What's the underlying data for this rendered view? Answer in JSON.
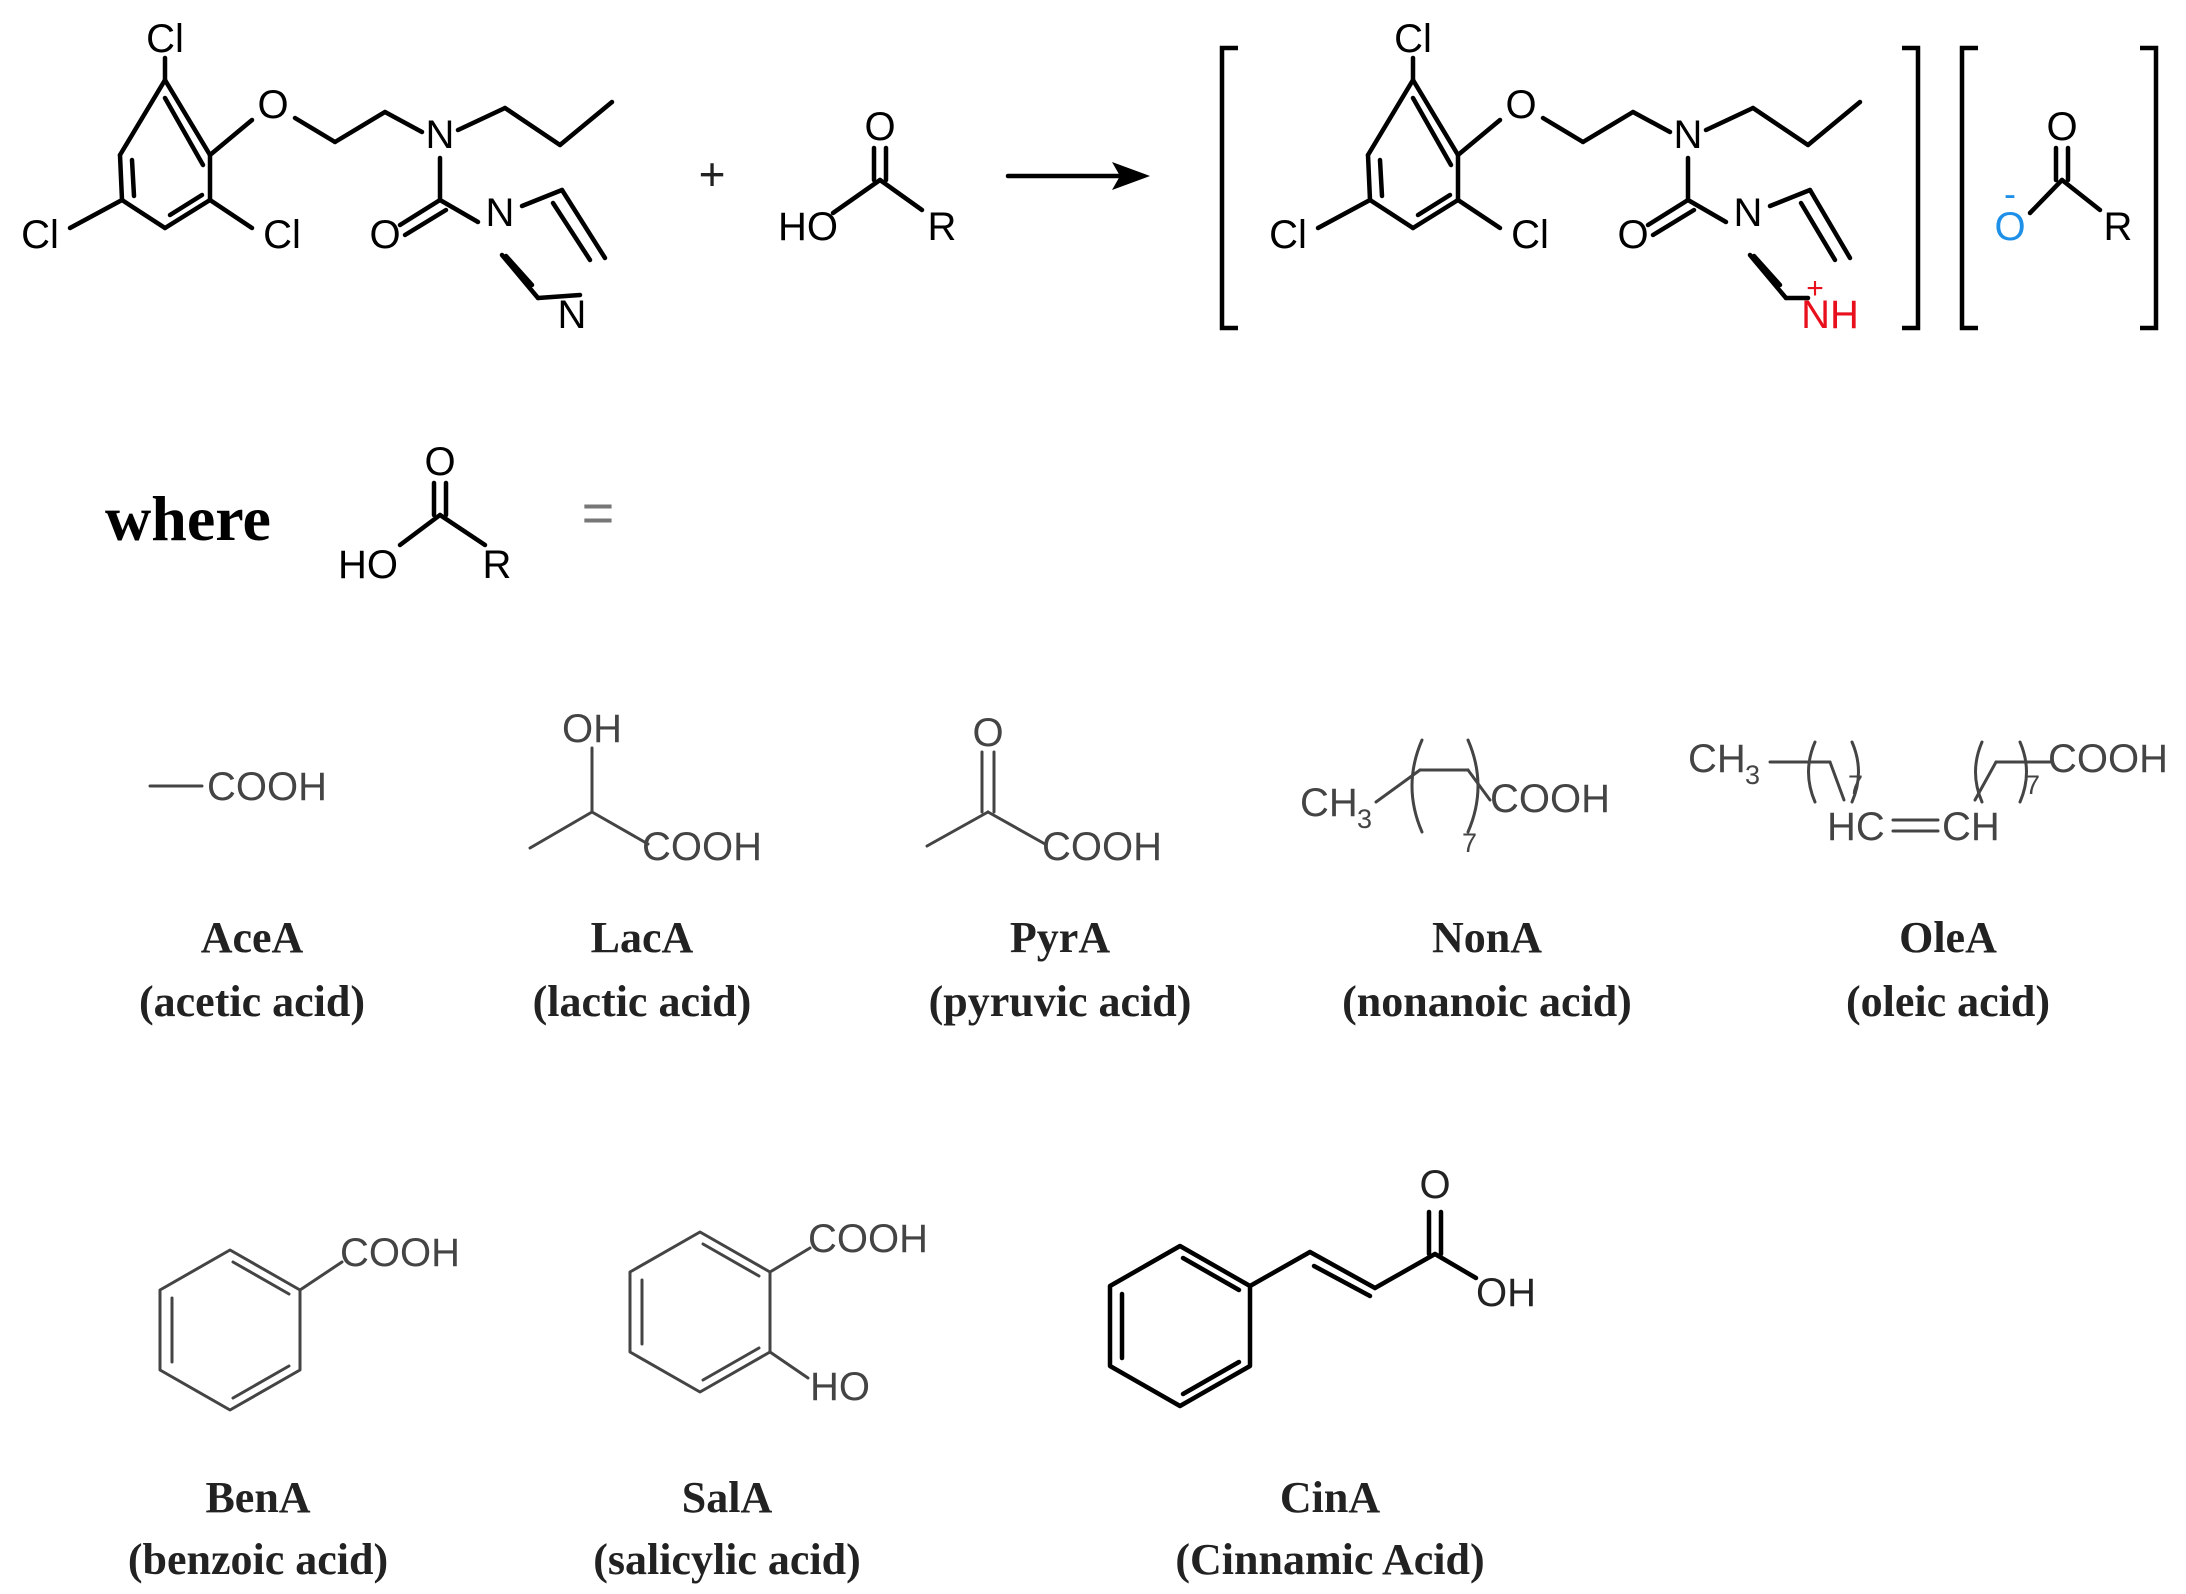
{
  "colors": {
    "cation_charge": "#e8101c",
    "anion_charge": "#1e90e8"
  },
  "reaction": {
    "reactant": {
      "cl_top": "Cl",
      "cl_left": "Cl",
      "cl_right": "Cl",
      "o_ether": "O",
      "n_amide": "N",
      "o_carbonyl": "O",
      "n_ring": "N",
      "n_ring2": "N"
    },
    "plus": "+",
    "acid": {
      "o_top": "O",
      "ho": "HO",
      "r": "R"
    },
    "product_cation": {
      "cl_top": "Cl",
      "cl_left": "Cl",
      "cl_right": "Cl",
      "o_ether": "O",
      "n_amide": "N",
      "o_carbonyl": "O",
      "n_ring": "N",
      "nh": "NH",
      "charge": "+"
    },
    "product_anion": {
      "o_top": "O",
      "o_minus": "O",
      "charge": "-",
      "r": "R"
    }
  },
  "where": {
    "label": "where",
    "o_top": "O",
    "ho": "HO",
    "r": "R",
    "equals": "="
  },
  "acids": [
    {
      "abbr": "AceA",
      "name": "(acetic acid)",
      "labels": [
        "COOH"
      ]
    },
    {
      "abbr": "LacA",
      "name": "(lactic acid)",
      "labels": [
        "OH",
        "COOH"
      ]
    },
    {
      "abbr": "PyrA",
      "name": "(pyruvic acid)",
      "labels": [
        "O",
        "COOH"
      ]
    },
    {
      "abbr": "NonA",
      "name": "(nonanoic acid)",
      "labels": [
        "CH",
        "3",
        "7",
        "COOH"
      ]
    },
    {
      "abbr": "OleA",
      "name": "(oleic acid)",
      "labels": [
        "CH",
        "3",
        "7",
        "HC",
        "CH",
        "7",
        "COOH"
      ]
    },
    {
      "abbr": "BenA",
      "name": "(benzoic acid)",
      "labels": [
        "COOH"
      ]
    },
    {
      "abbr": "SalA",
      "name": "(salicylic acid)",
      "labels": [
        "COOH",
        "HO"
      ]
    },
    {
      "abbr": "CinA",
      "name": "(Cinnamic Acid)",
      "labels": [
        "O",
        "OH"
      ]
    }
  ]
}
